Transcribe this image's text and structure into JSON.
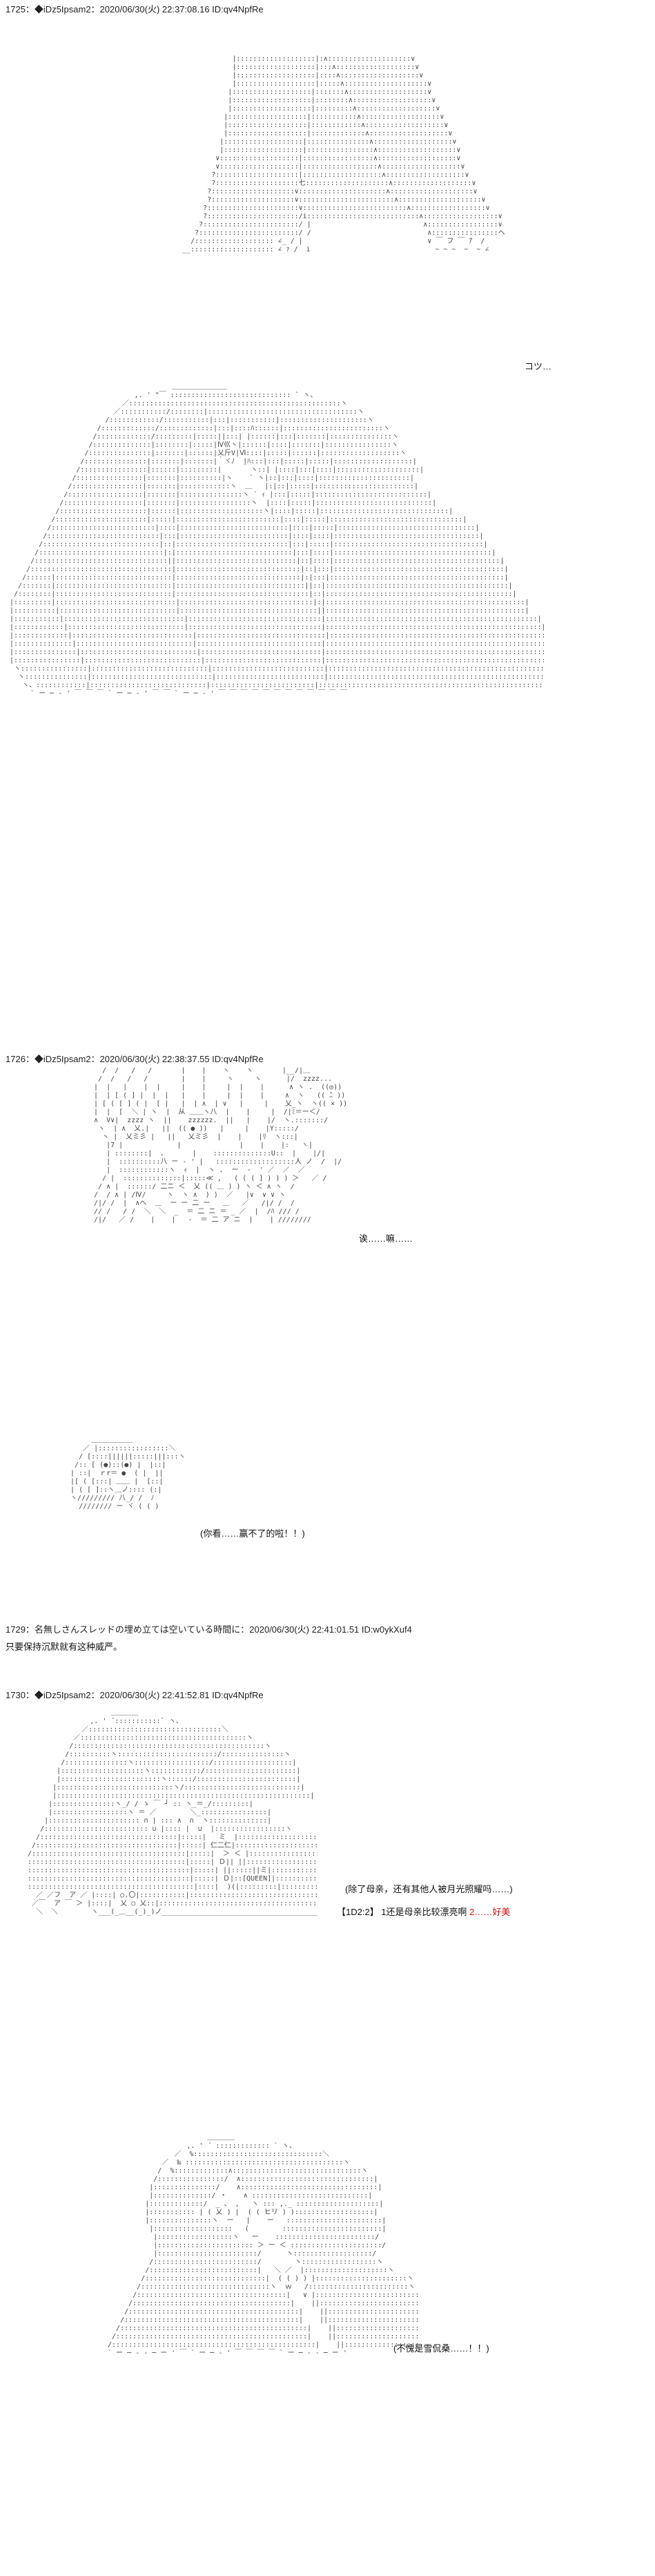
{
  "posts": [
    {
      "header": "1725：◆iDz5Ipsam2：2020/06/30(火) 22:37:08.16 ID:qv4NpfRe",
      "captions": [
        "コツ…"
      ]
    },
    {
      "header": "1726：◆iDz5Ipsam2：2020/06/30(火) 22:38:37.55 ID:qv4NpfRe",
      "captions": [
        "诶……嘛……",
        "(你看……赢不了的啦！！)"
      ]
    },
    {
      "header": "1729：名無しさんスレッドの埋め立ては空いている時間に：2020/06/30(火) 22:41:01.51 ID:w0ykXuf4",
      "body": "只要保持沉默就有这种威严。"
    },
    {
      "header": "1730：◆iDz5Ipsam2：2020/06/30(火) 22:41:52.81 ID:qv4NpfRe",
      "captions": [
        "(除了母亲，还有其他人被月光照耀吗……)",
        "【1D2:2】 1还是母亲比较漂亮啊 ",
        "2……好美",
        "(不愧是雪侃桑……！！)"
      ]
    }
  ],
  "art_names": [
    "legs-ascii-art",
    "girl-ascii-art",
    "faces-ascii-art",
    "mascot-ascii-art",
    "cape-figure-ascii-art",
    "hooded-figure-ascii-art"
  ]
}
